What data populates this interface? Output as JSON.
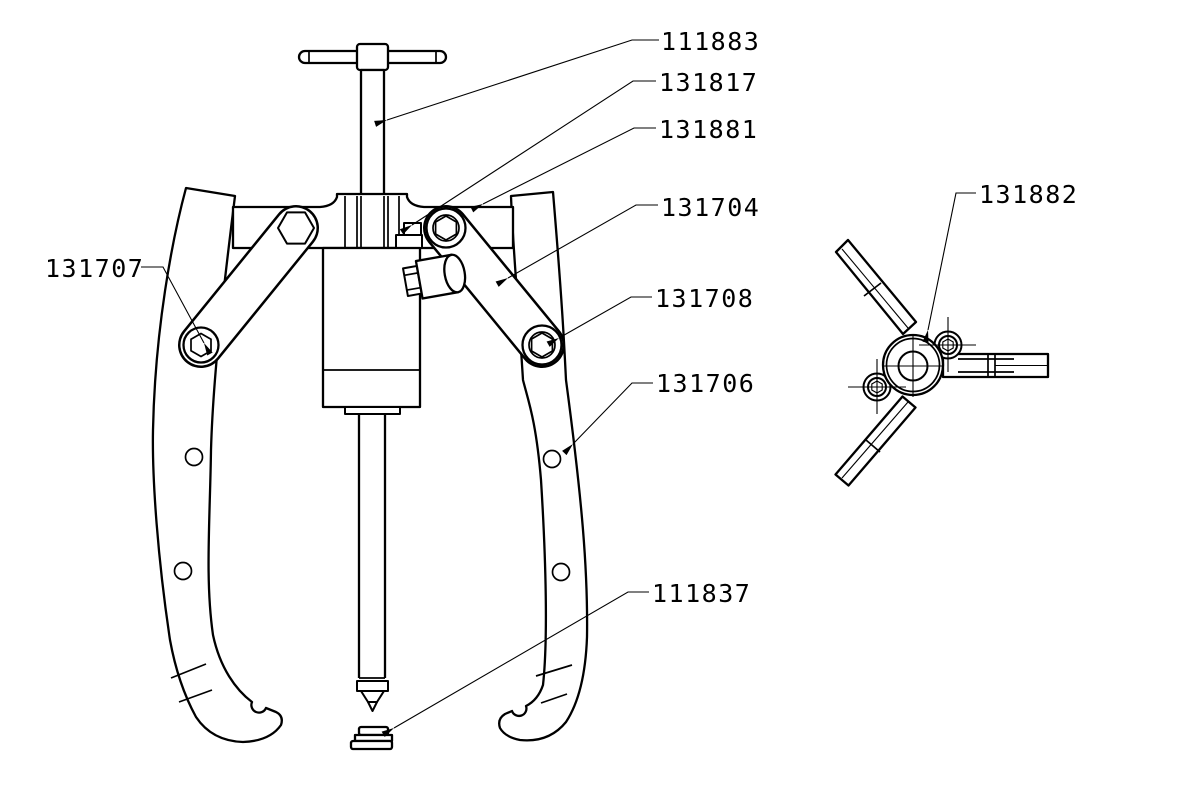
{
  "document": {
    "kind": "exploded parts line diagram (gear/bearing puller assembly, front view and yoke top view)",
    "colors": {
      "background": "#ffffff",
      "line": "#000000",
      "text": "#000000"
    }
  },
  "parts": [
    {
      "number": "111883"
    },
    {
      "number": "131817"
    },
    {
      "number": "131881"
    },
    {
      "number": "131704"
    },
    {
      "number": "131708"
    },
    {
      "number": "131706"
    },
    {
      "number": "131707"
    },
    {
      "number": "111837"
    },
    {
      "number": "131882"
    }
  ]
}
